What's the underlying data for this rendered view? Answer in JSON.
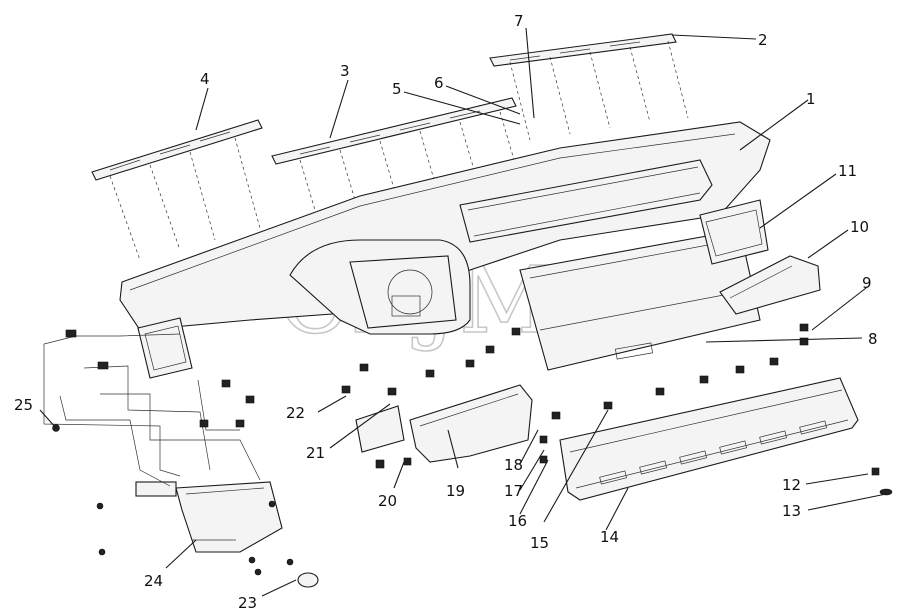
{
  "watermark": "CBJM",
  "callouts": [
    {
      "id": "c1",
      "text": "1"
    },
    {
      "id": "c2",
      "text": "2"
    },
    {
      "id": "c3",
      "text": "3"
    },
    {
      "id": "c4",
      "text": "4"
    },
    {
      "id": "c5",
      "text": "5"
    },
    {
      "id": "c6",
      "text": "6"
    },
    {
      "id": "c7",
      "text": "7"
    },
    {
      "id": "c8",
      "text": "8"
    },
    {
      "id": "c9",
      "text": "9"
    },
    {
      "id": "c10",
      "text": "10"
    },
    {
      "id": "c11",
      "text": "11"
    },
    {
      "id": "c12",
      "text": "12"
    },
    {
      "id": "c13",
      "text": "13"
    },
    {
      "id": "c14",
      "text": "14"
    },
    {
      "id": "c15",
      "text": "15"
    },
    {
      "id": "c16",
      "text": "16"
    },
    {
      "id": "c17",
      "text": "17"
    },
    {
      "id": "c18",
      "text": "18"
    },
    {
      "id": "c19",
      "text": "19"
    },
    {
      "id": "c20",
      "text": "20"
    },
    {
      "id": "c21",
      "text": "21"
    },
    {
      "id": "c22",
      "text": "22"
    },
    {
      "id": "c23",
      "text": "23"
    },
    {
      "id": "c24",
      "text": "24"
    },
    {
      "id": "c25",
      "text": "25"
    }
  ]
}
